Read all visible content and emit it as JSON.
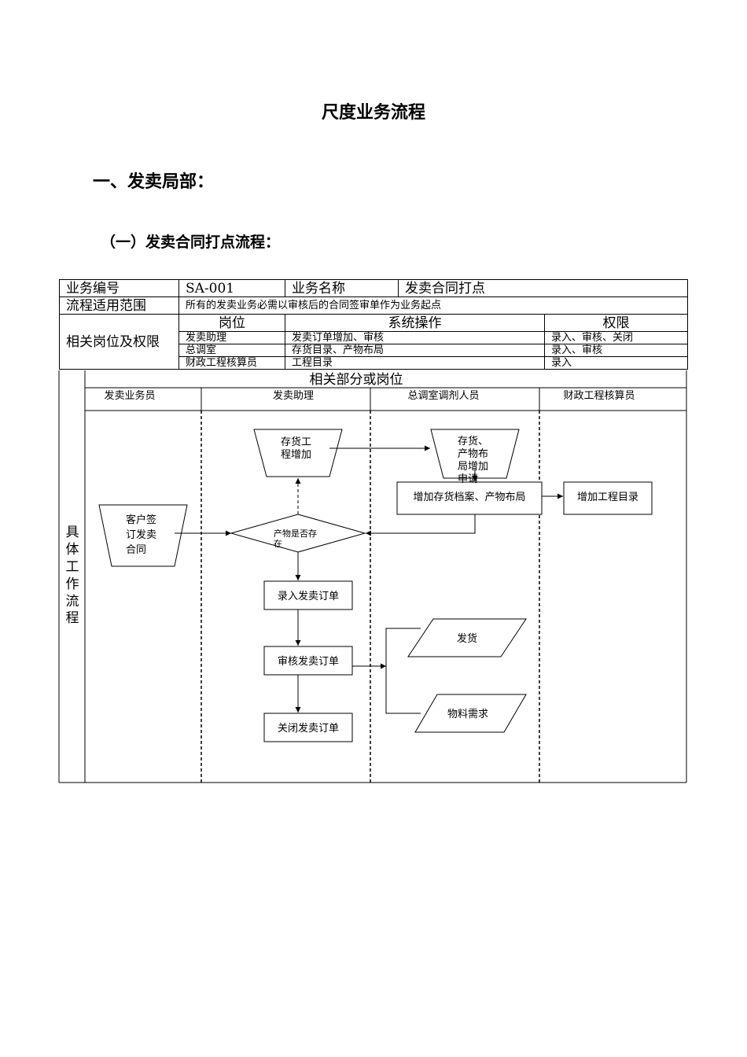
{
  "document": {
    "title": "尺度业务流程",
    "section1": "一、发卖局部：",
    "section1_1": "（一）发卖合同打点流程："
  },
  "info_table": {
    "code_label": "业务编号",
    "code_value": "SA-001",
    "name_label": "业务名称",
    "name_value": "发卖合同打点",
    "scope_label": "流程适用范围",
    "scope_value": "所有的发卖业务必需以审核后的合同签审单作为业务起点",
    "roles_label": "相关岗位及权限",
    "col_post": "岗位",
    "col_ops": "系统操作",
    "col_rights": "权限",
    "rows": [
      {
        "post": "发卖助理",
        "ops": "发卖订单增加、审核",
        "rights": "录入、审核、关闭"
      },
      {
        "post": "总调室",
        "ops": "存货目录、产物布局",
        "rights": "录入、审核"
      },
      {
        "post": "财政工程核算员",
        "ops": "工程目录",
        "rights": "录入"
      }
    ]
  },
  "flow": {
    "dept_header": "相关部分或岗位",
    "side_label": [
      "具",
      "体",
      "工",
      "作",
      "流",
      "程"
    ],
    "lanes": [
      "发卖业务员",
      "发卖助理",
      "总调室调剂人员",
      "财政工程核算员"
    ],
    "nodes": {
      "customer_contract": [
        "客户签",
        "订发卖",
        "合同"
      ],
      "inventory_add": [
        "存货工",
        "程增加"
      ],
      "inventory_layout_request": [
        "存货、",
        "产物布",
        "局增加",
        "申请"
      ],
      "add_archive": "增加存货档案、产物布局",
      "add_project": "增加工程目录",
      "decision": [
        "产物是否存",
        "在"
      ],
      "enter_order": "录入发卖订单",
      "audit_order": "审核发卖订单",
      "close_order": "关闭发卖订单",
      "ship": "发货",
      "material_demand": "物料需求"
    }
  }
}
